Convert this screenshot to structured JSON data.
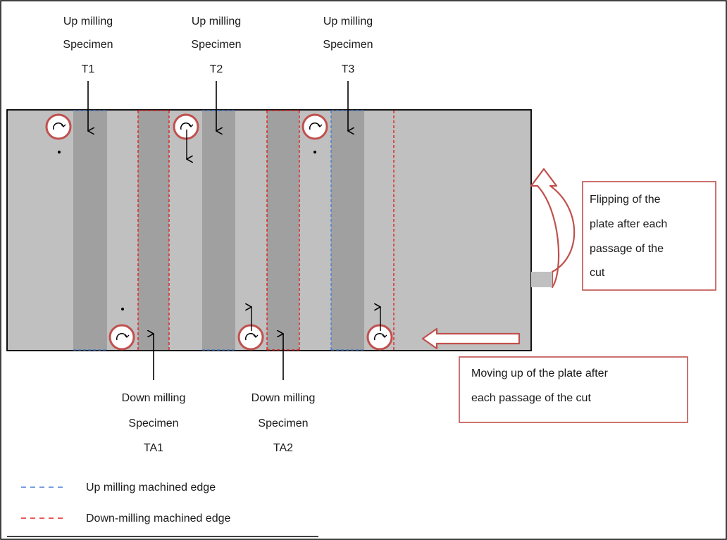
{
  "up_specimens": [
    {
      "l1": "Up milling",
      "l2": "Specimen",
      "l3": "T1"
    },
    {
      "l1": "Up milling",
      "l2": "Specimen",
      "l3": "T2"
    },
    {
      "l1": "Up milling",
      "l2": "Specimen",
      "l3": "T3"
    }
  ],
  "down_specimens": [
    {
      "l1": "Down milling",
      "l2": "Specimen",
      "l3": "TA1"
    },
    {
      "l1": "Down milling",
      "l2": "Specimen",
      "l3": "TA2"
    }
  ],
  "flip_note": {
    "lines": [
      "Flipping of the",
      "plate after each",
      "passage of the",
      "cut"
    ]
  },
  "move_note": {
    "lines": [
      "Moving up of the plate after",
      "each passage of the cut"
    ]
  },
  "legend": [
    {
      "label": "Up milling machined edge",
      "color": "#4a7fd0"
    },
    {
      "label": "Down-milling machined edge",
      "color": "#e02020"
    }
  ],
  "colors": {
    "plate": "#c0c0c0",
    "cut_band": "#a0a0a0",
    "accent_red": "#c0504d",
    "up_edge": "#4a7fd0",
    "down_edge": "#e02020"
  }
}
